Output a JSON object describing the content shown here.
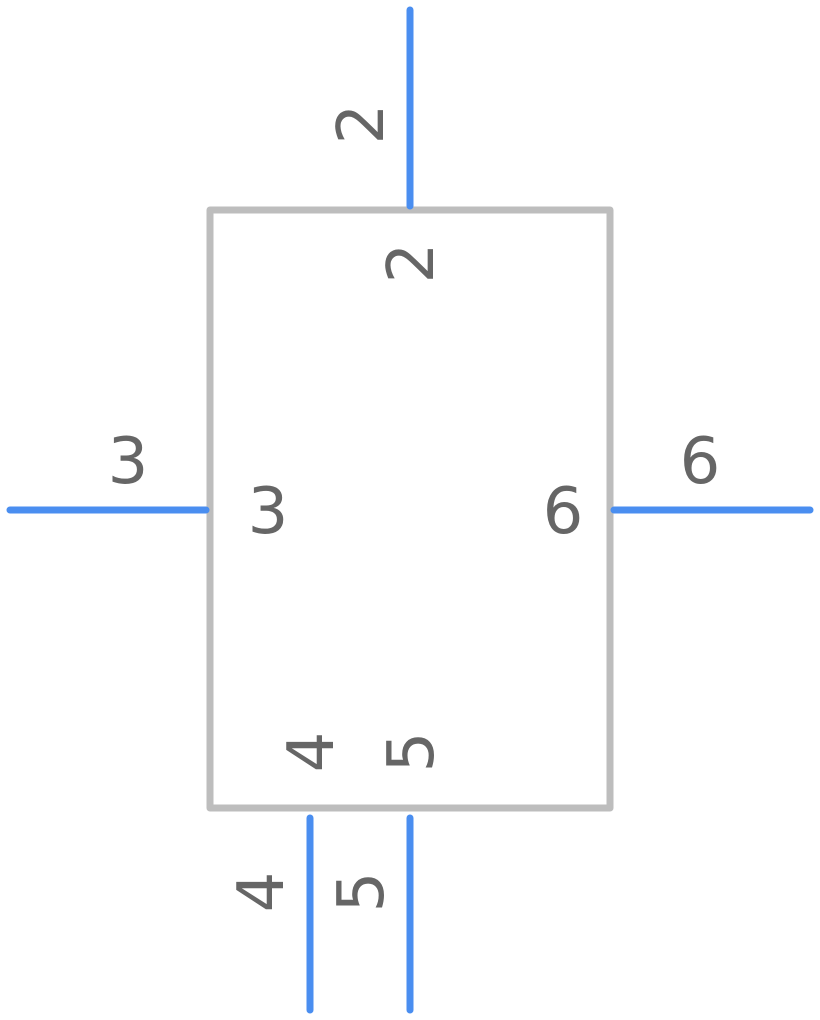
{
  "colors": {
    "pin": "#4a8ef0",
    "body": "#bdbdbd",
    "text": "#666666",
    "background": "#ffffff"
  },
  "pins": [
    {
      "id": "pin-2",
      "number": "2",
      "side": "top"
    },
    {
      "id": "pin-3",
      "number": "3",
      "side": "left"
    },
    {
      "id": "pin-6",
      "number": "6",
      "side": "right"
    },
    {
      "id": "pin-4",
      "number": "4",
      "side": "bottom"
    },
    {
      "id": "pin-5",
      "number": "5",
      "side": "bottom"
    }
  ]
}
